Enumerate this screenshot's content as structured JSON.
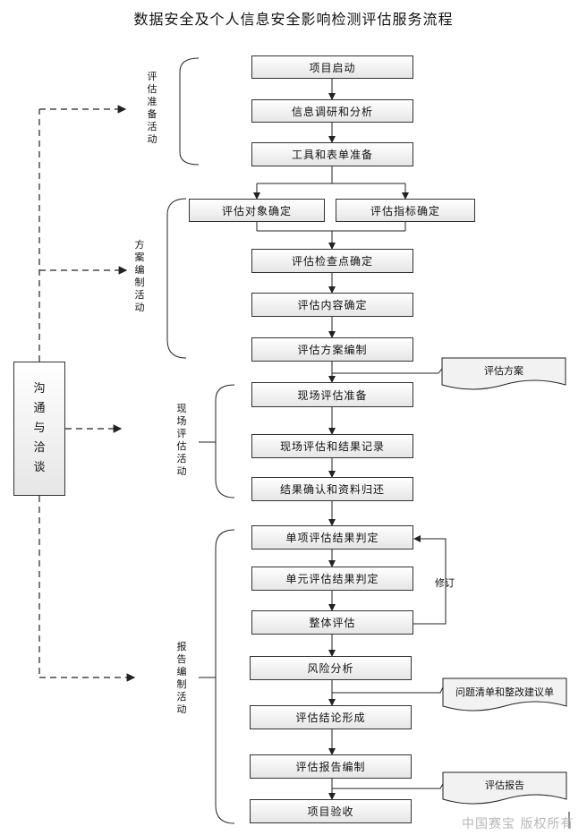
{
  "title": "数据安全及个人信息安全影响检测评估服务流程",
  "phases": {
    "prep": "评估准备活动",
    "plan": "方案编制活动",
    "onsite": "现场评估活动",
    "report": "报告编制活动"
  },
  "communication": "沟通与洽谈",
  "steps": {
    "start": "项目启动",
    "research": "信息调研和分析",
    "tools": "工具和表单准备",
    "object": "评估对象确定",
    "indicator": "评估指标确定",
    "checkpoint": "评估检查点确定",
    "content": "评估内容确定",
    "plan_write": "评估方案编制",
    "onsite_prep": "现场评估准备",
    "onsite_record": "现场评估和结果记录",
    "confirm": "结果确认和资料归还",
    "single": "单项评估结果判定",
    "unit": "单元评估结果判定",
    "overall": "整体评估",
    "risk": "风险分析",
    "conclusion": "评估结论形成",
    "report_write": "评估报告编制",
    "acceptance": "项目验收"
  },
  "documents": {
    "plan_doc": "评估方案",
    "issues_doc": "问题清单和整改建议单",
    "report_doc": "评估报告"
  },
  "revise": "修订",
  "watermark": "中国赛宝 版权所有"
}
